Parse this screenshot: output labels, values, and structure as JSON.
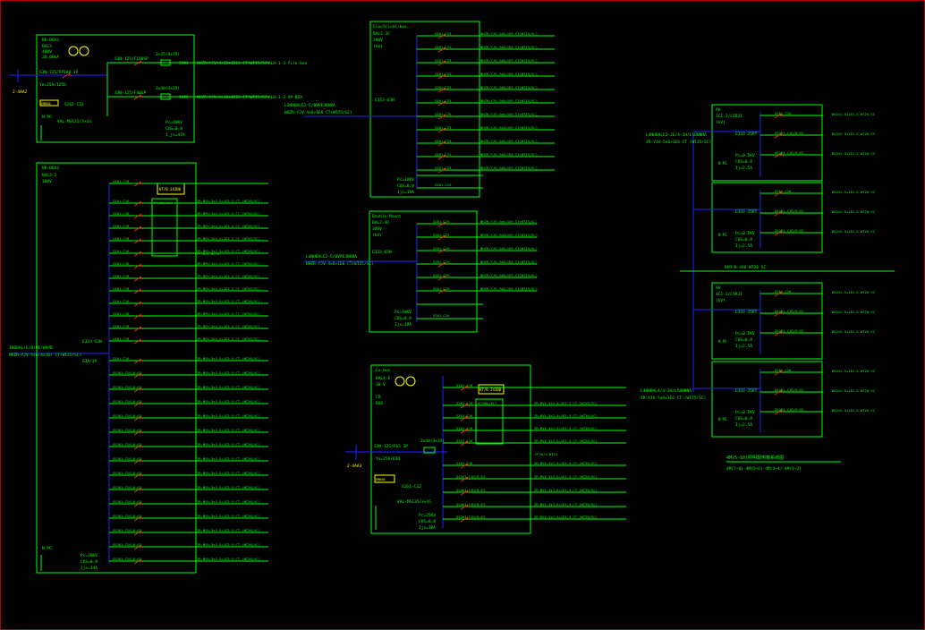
{
  "colors": {
    "background": "#000000",
    "border": "#b00000",
    "wire": "#00ff00",
    "bus": "#2222ff",
    "breaker": "#ff2222",
    "highlight": "#ffff00",
    "text": "#00ff00",
    "cyan": "#00ffff"
  },
  "panel_top_left": {
    "title": "BK-BOX3",
    "sub1": "BAL3",
    "sub2": "400V",
    "sub3": "20.00kA",
    "feeder_tag": "2-4AA2",
    "main_breaker": "S3N-125/FP160 3P",
    "main_breaker2": "Yo=25A/125D",
    "b1": "S3N-125/F160SP",
    "b1_out": "3×25(4x35)",
    "b1_circuit": "NHZR-YJV-4x16+1E16 CT(WT25/SC)",
    "b2": "S3N-125/F40SP",
    "b2_out": "3x40(4x35)",
    "b2_circuit": "NHZR-YJV-4x16+1E16 CT(WT25/SC)",
    "meter": "EM650",
    "spd": "S261-C32",
    "pc1": "Pc=40KV",
    "pc2": "COS=0.8",
    "pc3": "I_js=47A",
    "np": "N PE",
    "valve": "VAL-MS135/3+1G",
    "out1": "2AP1",
    "out2": "2AP2",
    "dest1": "ALH-1-3 fire-box",
    "dest2": "ALH-1-3 AP-BOX"
  },
  "panel_mid_top": {
    "title": "Electrical-box",
    "sub1": "BAL2-3F",
    "sub2": "380V",
    "sub3": "(kV)",
    "main": "E333-63N",
    "feeder": "L3NHBALE2-E/BVPE3NHBA",
    "feeder2": "NHZR-YJV-4x6+1E6 CT(WT25/SC)",
    "breaker": "S261-C25",
    "circuit": "NHZR-YJV-3x6+1E6 CT(WT25/SC)",
    "pc1": "Pc=18KV",
    "pc2": "COS=0.8",
    "pc3": "Ijs=19A",
    "spare": "S261-C25"
  },
  "panel_mid_mid": {
    "title": "Double-Mount",
    "sub1": "BAL2-3D",
    "sub2": "380V",
    "sub3": "(kV)",
    "main": "E333-63N",
    "feeder": "L4NHBALE2-E/BVPE3NHBA",
    "feeder2": "NHZR-YJV-4x6+1E6 CT(WT25/SC)",
    "breaker": "S261-C25",
    "circuit": "NHZR-YJV-3x6+1E6 CT(WT25/SC)",
    "pc1": "Pc=10KV",
    "pc2": "COS=0.8",
    "pc3": "Ijs=19A",
    "spare": "S261-C16"
  },
  "panel_mid_bottom": {
    "title": "Ex-box",
    "sub1": "BAL4-E",
    "sub2": "38 V",
    "sub3": "CR",
    "sub4": "BOX",
    "feeder_tag": "2-4AA3",
    "main": "S3N-125/F63 3P",
    "main2": "Yo=25A/63D",
    "meter_out": "3x40(4x35)",
    "em": "EM650",
    "spd": "S261-C32",
    "valve": "VAL-MS135/3+1G",
    "pc1": "Pc=25KV",
    "pc2": "COS=0.8",
    "pc3": "Ijs=38A",
    "kt_label": "KT/B 24JB0",
    "contactor": "AT/BAL/KLT",
    "breaker": "S261-C16",
    "rcd": "GS261-C16/0.03",
    "circuit": "ZR-BVV-3x2.5+1E2.5 CT (WT20/SC)",
    "fp_label": "FP7b/3 NT13"
  },
  "panel_left_big": {
    "title": "BK-BOX3",
    "sub1": "BAL3-2",
    "sub2": "380V",
    "feeder": "1B6BAL/E/B/PE/WHPB",
    "feeder2": "NHZR-YJV-5x6(4x10) CT(WT25/SC)",
    "main": "E333-63N",
    "main2": "63A/3P",
    "kt_label": "KT/B 24JB0",
    "contactor": "AT/BAL/KLT",
    "breaker": "S261-C16",
    "rcd": "GS261-C16/0.03",
    "circuit": "ZR-BVV-3x2.5+1E2.5 CT (WT20/SC)",
    "fp_label": "FP7b/3 NT13",
    "pc1": "Pc=20KV",
    "pc2": "COS=0.8",
    "pc3": "Ijs=34A",
    "np": "N PE"
  },
  "panel_right": {
    "feeder1": "L4NHBALE2-2E/4-1H/L5BNNNA",
    "feeder1b": "ZR-YJV-5x6+1E6 CT (WT25/SC)",
    "feeder2": "L4NHBAL4/4-1H/L5BNNNA",
    "feeder2b": "ZR-YJV-5x6+1E6 CT (WT25/SC)",
    "bus_label": "BVR-B-4X6 WT20 SC",
    "box1": "AH",
    "box1b": "1C1-2/L5RJ1",
    "box1c": "(kV)",
    "main": "E333-25RT",
    "breaker": "S261-C16",
    "rcd": "GS261-C16/0.03",
    "circuit": "BV2x2.5+1E2.5 WT20 SC",
    "pc1": "Pc=0.5KV",
    "pc2": "COS=0.8",
    "pc3": "Ij=2.5A",
    "np": "N PE",
    "caption1": "4M(5~10)照明配电箱系统图",
    "caption2": "4M(7~8) 4M(5~6) 4M(3~4) 4M(1~2)"
  }
}
